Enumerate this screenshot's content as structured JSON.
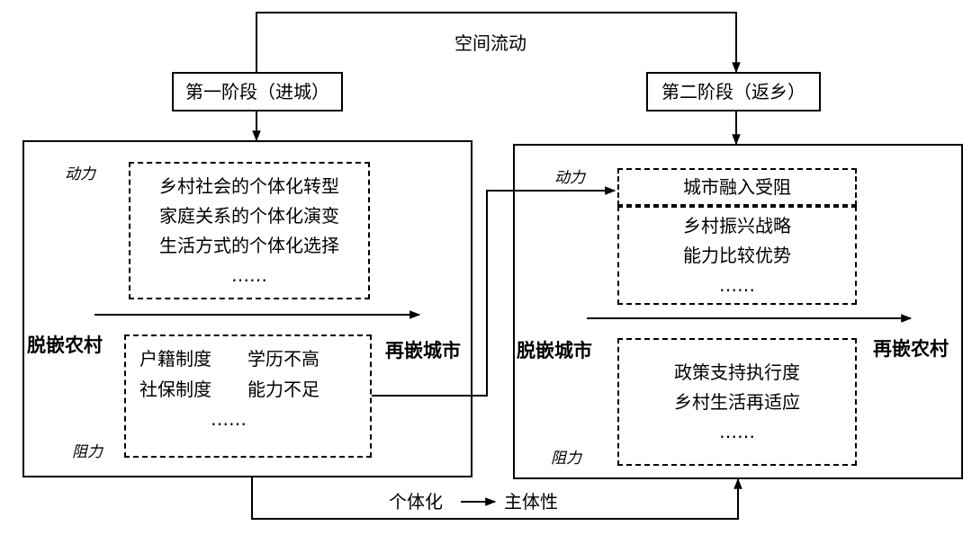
{
  "top_flow": {
    "label": "空间流动"
  },
  "stage1": {
    "title": "第一阶段（进城）",
    "driver_label": "动力",
    "resistance_label": "阻力",
    "drivers": [
      "乡村社会的个体化转型",
      "家庭关系的个体化演变",
      "生活方式的个体化选择",
      "……"
    ],
    "resistance": {
      "row1": [
        "户籍制度",
        "学历不高"
      ],
      "row2": [
        "社保制度",
        "能力不足"
      ],
      "more": "……"
    },
    "left_label": "脱嵌农村",
    "right_label": "再嵌城市"
  },
  "stage2": {
    "title": "第二阶段（返乡）",
    "driver_label": "动力",
    "resistance_label": "阻力",
    "driver_top": "城市融入受阻",
    "drivers": [
      "乡村振兴战略",
      "能力比较优势",
      "……"
    ],
    "resistance": [
      "政策支持执行度",
      "乡村生活再适应",
      "……"
    ],
    "left_label": "脱嵌城市",
    "right_label": "再嵌农村"
  },
  "bottom_flow": {
    "from": "个体化",
    "to": "主体性"
  }
}
